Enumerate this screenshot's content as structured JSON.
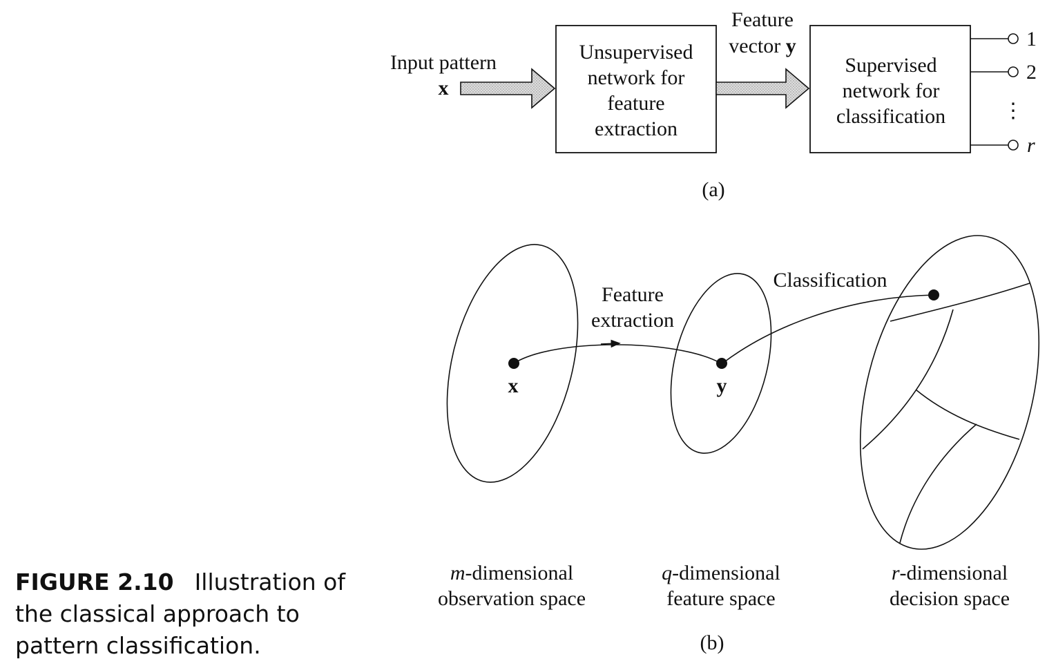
{
  "panel_a": {
    "input_label_line1": "Input pattern",
    "input_symbol": "x",
    "box1_lines": [
      "Unsupervised",
      "network for",
      "feature",
      "extraction"
    ],
    "feature_label_line1": "Feature",
    "feature_label_line2_text": "vector ",
    "feature_label_line2_symbol": "y",
    "box2_lines": [
      "Supervised",
      "network for",
      "classification"
    ],
    "outputs": [
      "1",
      "2",
      "r"
    ],
    "output_ellipsis": "⋮",
    "panel_label": "(a)"
  },
  "panel_b": {
    "point_x_label": "x",
    "point_y_label": "y",
    "feature_extraction_line1": "Feature",
    "feature_extraction_line2": "extraction",
    "classification_label": "Classification",
    "space1_var": "m",
    "space1_line1_rest": "-dimensional",
    "space1_line2": "observation space",
    "space2_var": "q",
    "space2_line1_rest": "-dimensional",
    "space2_line2": "feature space",
    "space3_var": "r",
    "space3_line1_rest": "-dimensional",
    "space3_line2": "decision space",
    "panel_label": "(b)"
  },
  "caption": {
    "number": "FIGURE 2.10",
    "text": "Illustration of the classical approach to pattern classification."
  },
  "colors": {
    "ink": "#111111",
    "arrow_fill": "#d4d4d4"
  }
}
